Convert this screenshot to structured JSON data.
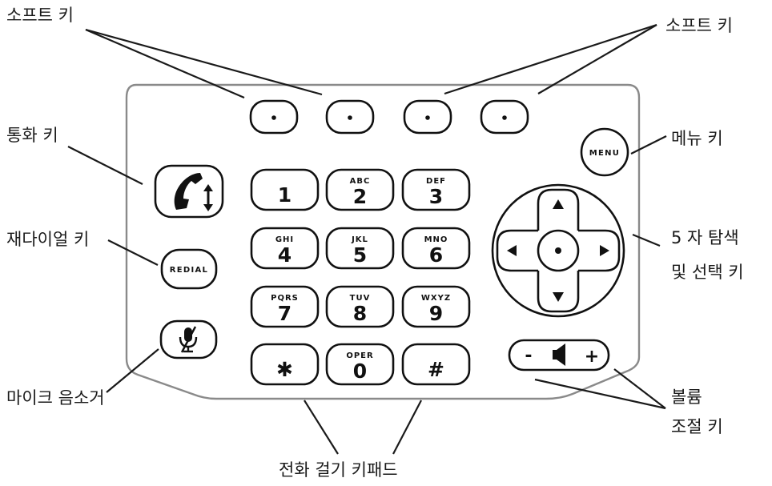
{
  "callouts": {
    "soft_key_left": "소프트 키",
    "soft_key_right": "소프트 키",
    "call_key": "통화 키",
    "menu_key": "메뉴 키",
    "redial_key": "재다이얼 키",
    "nav_line1": "5 자 탐색",
    "nav_line2": "및 선택 키",
    "mute": "마이크 음소거",
    "volume_line1": "볼륨",
    "volume_line2": "조절 키",
    "keypad": "전화 걸기 키패드"
  },
  "buttons": {
    "menu": "MENU",
    "redial": "REDIAL",
    "volume_minus": "-",
    "volume_plus": "+"
  },
  "keypad": [
    {
      "digit": "1",
      "letters": ""
    },
    {
      "digit": "2",
      "letters": "ABC"
    },
    {
      "digit": "3",
      "letters": "DEF"
    },
    {
      "digit": "4",
      "letters": "GHI"
    },
    {
      "digit": "5",
      "letters": "JKL"
    },
    {
      "digit": "6",
      "letters": "MNO"
    },
    {
      "digit": "7",
      "letters": "PQRS"
    },
    {
      "digit": "8",
      "letters": "TUV"
    },
    {
      "digit": "9",
      "letters": "WXYZ"
    },
    {
      "digit": "✱",
      "letters": ""
    },
    {
      "digit": "0",
      "letters": "OPER"
    },
    {
      "digit": "#",
      "letters": ""
    }
  ],
  "icons": {
    "call": "handset-with-updown-arrow-icon",
    "mute": "microphone-slash-icon",
    "speaker": "speaker-icon",
    "navigation": "four-way-arrow-pad-icon"
  },
  "colors": {
    "panel_outline": "#8a8a8a",
    "key_outline": "#111111",
    "text": "#1a1a1a"
  }
}
